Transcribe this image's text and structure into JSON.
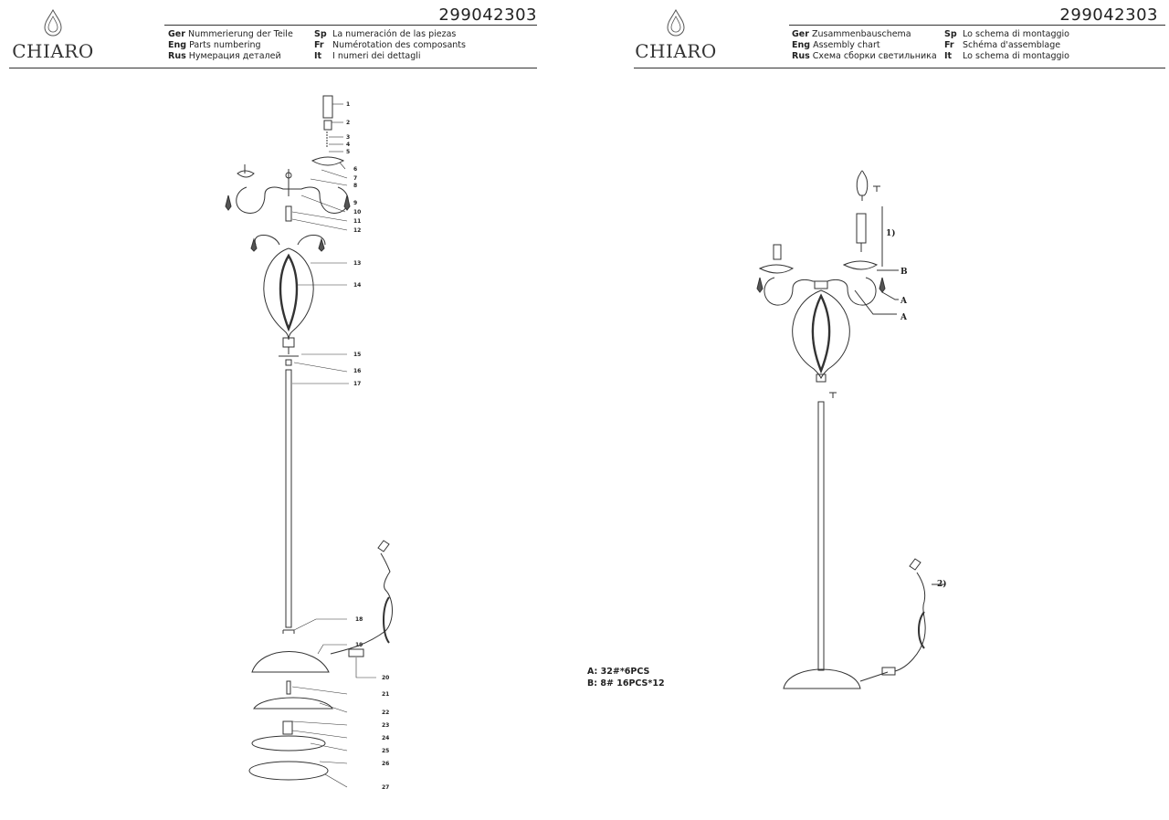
{
  "brand": "CHIARO",
  "product_code": "299042303",
  "left": {
    "langs_col1": [
      {
        "code": "Ger",
        "text": "Nummerierung der Teile"
      },
      {
        "code": "Eng",
        "text": "Parts numbering"
      },
      {
        "code": "Rus",
        "text": "Нумерация деталей"
      }
    ],
    "langs_col2": [
      {
        "code": "Sp",
        "text": "La numeración de las piezas"
      },
      {
        "code": "Fr",
        "text": "Numérotation des composants"
      },
      {
        "code": "It",
        "text": "I numeri dei dettagli"
      }
    ],
    "callouts": [
      "1",
      "2",
      "3",
      "4",
      "5",
      "6",
      "7",
      "8",
      "9",
      "10",
      "11",
      "12",
      "13",
      "14",
      "15",
      "16",
      "17",
      "18",
      "19",
      "20",
      "21",
      "22",
      "23",
      "24",
      "25",
      "26",
      "27"
    ]
  },
  "right": {
    "langs_col1": [
      {
        "code": "Ger",
        "text": "Zusammenbauschema"
      },
      {
        "code": "Eng",
        "text": "Assembly chart"
      },
      {
        "code": "Rus",
        "text": "Схема сборки светильника"
      }
    ],
    "langs_col2": [
      {
        "code": "Sp",
        "text": "Lo schema di montaggio"
      },
      {
        "code": "Fr",
        "text": "Schéma d'assemblage"
      },
      {
        "code": "It",
        "text": "Lo schema di montaggio"
      }
    ],
    "step_labels": [
      "1)",
      "2)"
    ],
    "letter_labels": [
      "B",
      "A",
      "A"
    ],
    "spec_lines": [
      "A:  32#*6PCS",
      "B:  8#  16PCS*12"
    ]
  }
}
